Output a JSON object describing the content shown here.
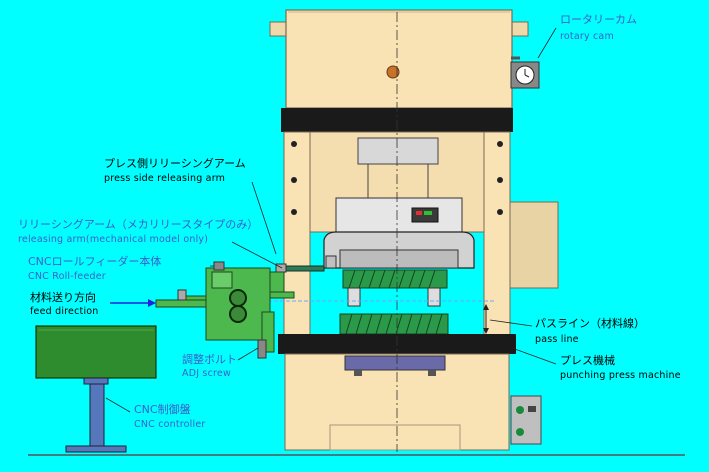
{
  "labels": {
    "rotary_cam": {
      "jp": "ロータリーカム",
      "en": "rotary cam"
    },
    "press_side_arm": {
      "jp": "プレス側リリーシングアーム",
      "en": "press side releasing arm"
    },
    "releasing_arm": {
      "jp": "リリーシングアーム（メカリリースタイプのみ）",
      "en": "releasing arm(mechanical model only)"
    },
    "roll_feeder": {
      "jp": "CNCロールフィーダー本体",
      "en": "CNC Roll-feeder"
    },
    "feed_direction": {
      "jp": "材料送り方向",
      "en": "feed direction"
    },
    "adj_screw": {
      "jp": "調整ボルト",
      "en": "ADJ screw"
    },
    "cnc_controller": {
      "jp": "CNC制御盤",
      "en": "CNC controller"
    },
    "pass_line": {
      "jp": "パスライン（材料線）",
      "en": "pass line"
    },
    "punching_press": {
      "jp": "プレス機械",
      "en": "punching press machine"
    }
  },
  "colors": {
    "background": "#00FFFF",
    "press_body": "#F9E3B4",
    "press_outline": "#7a6a55",
    "band": "#1a1a1a",
    "feeder": "#4DB84D",
    "controller": "#2E8B2E",
    "stand": "#5577bb",
    "die": "#2a9a4a",
    "label_blue": "#3a5fc8",
    "arrow_blue": "#2222dd"
  }
}
